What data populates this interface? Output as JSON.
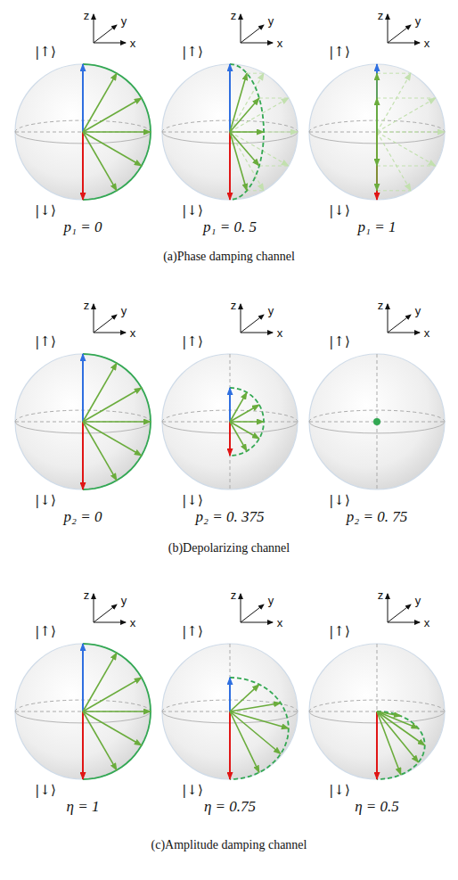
{
  "diagram": {
    "labels": [
      "|↑⟩",
      "z",
      "y",
      "x",
      "|↓⟩",
      "p₁ = 0",
      "|↑⟩",
      "z",
      "y",
      "x",
      "|↓⟩",
      "p₁ = 0. 5",
      "|↑⟩",
      "z",
      "y",
      "x",
      "|↓⟩",
      "p₁ = 1",
      "(a)Phase damping channel",
      "|↑⟩",
      "z",
      "y",
      "x",
      "|↓⟩",
      "p₂ = 0",
      "|↑⟩",
      "z",
      "y",
      "x",
      "|↓⟩",
      "p₂ = 0. 375",
      "|↑⟩",
      "z",
      "y",
      "x",
      "|↓⟩",
      "p₂ = 0. 75",
      "(b)Depolarizing channel",
      "|↑⟩",
      "z",
      "y",
      "x",
      "|↓⟩",
      "η = 1",
      "|↑⟩",
      "z",
      "y",
      "x",
      "|↓⟩",
      "η = 0.75",
      "|↑⟩",
      "z",
      "y",
      "x",
      "|↓⟩",
      "η = 0.5",
      "(c)Amplitude damping channel"
    ]
  }
}
